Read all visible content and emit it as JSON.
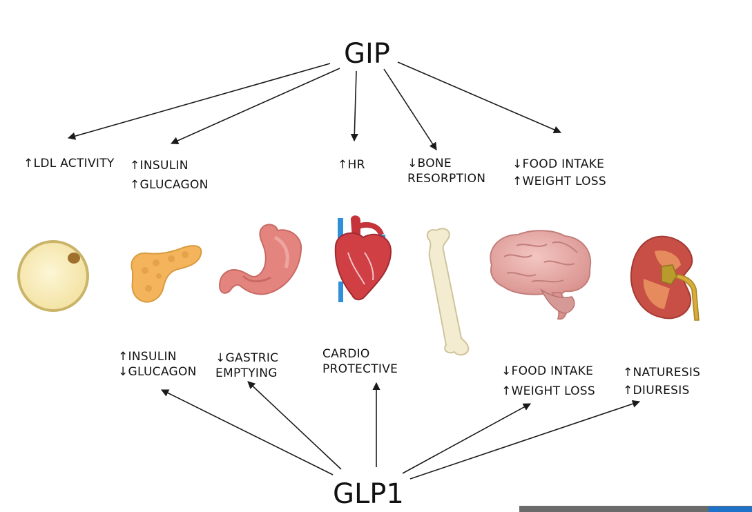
{
  "hubs": {
    "top": "GIP",
    "bottom": "GLP1"
  },
  "gip_effects": [
    {
      "lines": [
        "↑LDL ACTIVITY"
      ]
    },
    {
      "lines": [
        "↑INSULIN",
        "↑GLUCAGON"
      ]
    },
    {
      "lines": [
        "↑HR"
      ]
    },
    {
      "lines": [
        "↓BONE",
        "RESORPTION"
      ]
    },
    {
      "lines": [
        "↓FOOD INTAKE",
        "↑WEIGHT LOSS"
      ]
    }
  ],
  "glp1_effects": [
    {
      "lines": [
        "↑INSULIN",
        "↓GLUCAGON"
      ]
    },
    {
      "lines": [
        "↓GASTRIC",
        "EMPTYING"
      ]
    },
    {
      "lines": [
        "CARDIO",
        "PROTECTIVE"
      ]
    },
    {
      "lines": [
        "↓FOOD INTAKE",
        "↑WEIGHT LOSS"
      ]
    },
    {
      "lines": [
        "↑NATURESIS",
        "↑DIURESIS"
      ]
    }
  ],
  "organs": [
    "fat-cell",
    "pancreas",
    "stomach",
    "heart",
    "bone",
    "brain",
    "kidney"
  ],
  "colors": {
    "arrow": "#1a1a1a",
    "fat_cell": "#f8ecb6",
    "pancreas": "#f3b45c",
    "stomach": "#e3847e",
    "heart": "#cf3f44",
    "vessel_blue": "#2f8fd8",
    "bone": "#f4ecd0",
    "brain": "#e9b3b0",
    "kidney": "#c84f45"
  }
}
